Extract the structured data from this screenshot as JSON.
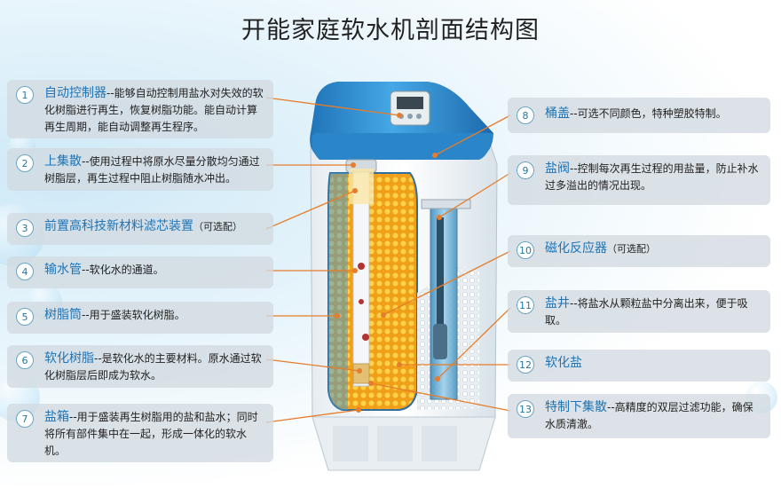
{
  "title": "开能家庭软水机剖面结构图",
  "left_labels": [
    {
      "num": "1",
      "head": "自动控制器",
      "body": "--能够自动控制用盐水对失效的软化树脂进行再生，恢复树脂功能。能自动计算再生周期，能自动调整再生程序。"
    },
    {
      "num": "2",
      "head": "上集散",
      "body": "--使用过程中将原水尽量分散均匀通过树脂层，再生过程中阻止树脂随水冲出。"
    },
    {
      "num": "3",
      "head": "前置高科技新材料滤芯装置",
      "body": "（可选配）"
    },
    {
      "num": "4",
      "head": "输水管",
      "body": "--软化水的通道。"
    },
    {
      "num": "5",
      "head": "树脂筒",
      "body": "--用于盛装软化树脂。"
    },
    {
      "num": "6",
      "head": "软化树脂",
      "body": "--是软化水的主要材料。原水通过软化树脂层后即成为软水。"
    },
    {
      "num": "7",
      "head": "盐箱",
      "body": "--用于盛装再生树脂用的盐和盐水；同时将所有部件集中在一起，形成一体化的软水机。"
    }
  ],
  "right_labels": [
    {
      "num": "8",
      "head": "桶盖",
      "body": "--可选不同颜色，特种塑胶特制。"
    },
    {
      "num": "9",
      "head": "盐阀",
      "body": "--控制每次再生过程的用盐量，防止补水过多溢出的情况出现。"
    },
    {
      "num": "10",
      "head": "磁化反应器",
      "body": "（可选配）"
    },
    {
      "num": "11",
      "head": "盐井",
      "body": "--将盐水从颗粒盐中分离出来，便于吸取。"
    },
    {
      "num": "12",
      "head": "软化盐",
      "body": ""
    },
    {
      "num": "13",
      "head": "特制下集散",
      "body": "--高精度的双层过滤功能，确保水质清澈。"
    }
  ],
  "colors": {
    "lid": "#2f8fd0",
    "label_bg": "#d2dae0",
    "accent": "#1d74b6",
    "resin": "#f2a71c"
  }
}
